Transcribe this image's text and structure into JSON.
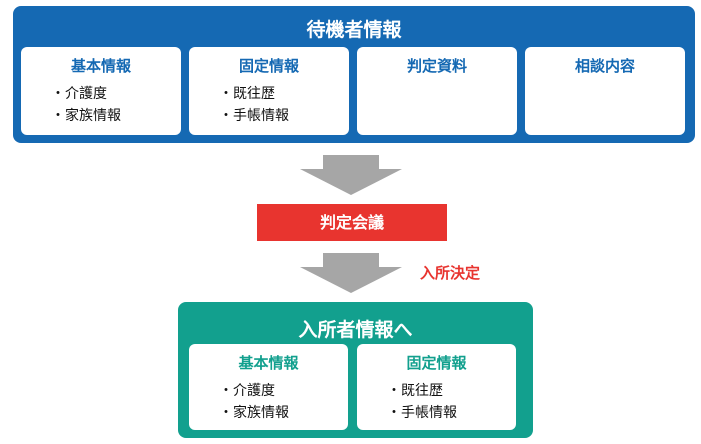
{
  "top_panel": {
    "title": "待機者情報",
    "cards": [
      {
        "title": "基本情報",
        "items": [
          "介護度",
          "家族情報"
        ]
      },
      {
        "title": "固定情報",
        "items": [
          "既往歴",
          "手帳情報"
        ]
      },
      {
        "title": "判定資料",
        "items": []
      },
      {
        "title": "相談内容",
        "items": []
      }
    ]
  },
  "meeting": {
    "label": "判定会議"
  },
  "decision": {
    "label": "入所決定"
  },
  "bottom_panel": {
    "title": "入所者情報へ",
    "cards": [
      {
        "title": "基本情報",
        "items": [
          "介護度",
          "家族情報"
        ]
      },
      {
        "title": "固定情報",
        "items": [
          "既往歴",
          "手帳情報"
        ]
      }
    ]
  },
  "colors": {
    "top_panel": "#1569b3",
    "bottom_panel": "#12a08e",
    "meeting": "#e8342f",
    "arrow": "#a6a6a6"
  }
}
